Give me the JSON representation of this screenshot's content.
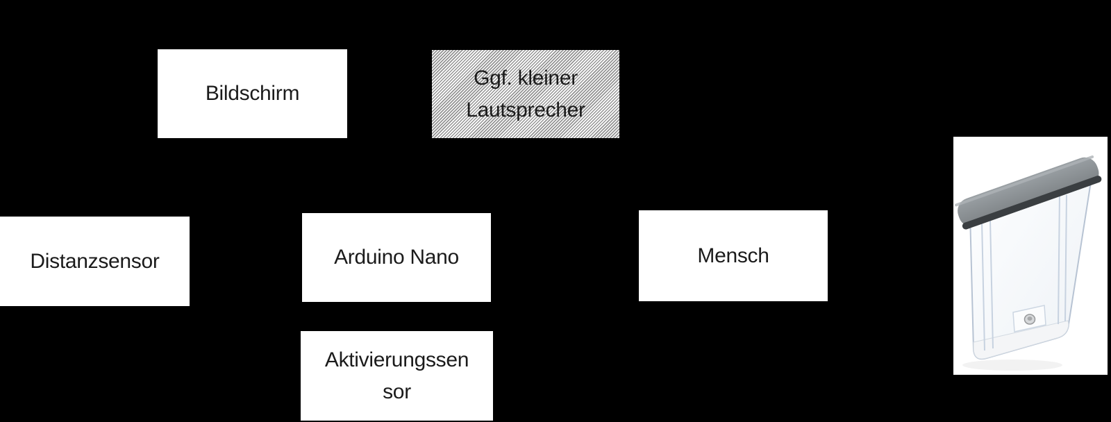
{
  "page": {
    "background": "#000000"
  },
  "diagram": {
    "boxes": [
      {
        "id": "bildschirm",
        "label": "Bildschirm",
        "fill": "white"
      },
      {
        "id": "lautsprecher",
        "lines": [
          "Ggf. kleiner",
          "Lautsprecher"
        ],
        "fill": "diagonal-hatch"
      },
      {
        "id": "distanzsensor",
        "label": "Distanzsensor",
        "fill": "white"
      },
      {
        "id": "arduino-nano",
        "label": "Arduino Nano",
        "fill": "white"
      },
      {
        "id": "mensch",
        "label": "Mensch",
        "fill": "white"
      },
      {
        "id": "aktivierungssensor",
        "lines": [
          "Aktivierungssen",
          "sor"
        ],
        "fill": "white"
      }
    ],
    "photo": {
      "id": "water-tank",
      "subject": "transparent-water-tank-with-gray-lid"
    }
  },
  "colors": {
    "background": "#000000",
    "box_fill": "#ffffff",
    "box_text": "#1b1b1b",
    "hatch_stripe": "#949494",
    "lid_gray": "#8b9094",
    "lid_underside": "#3a3e41",
    "tank_outline": "#b7c3d3",
    "photo_background": "#ffffff"
  }
}
